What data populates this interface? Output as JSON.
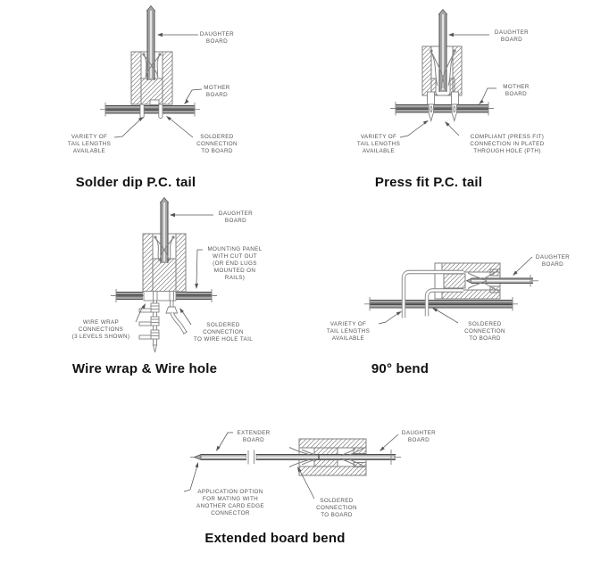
{
  "colors": {
    "background": "#ffffff",
    "line": "#828282",
    "dark": "#4b4b4b",
    "board_fill": "#a6a6a6",
    "label_text": "#555555",
    "caption_text": "#111111"
  },
  "diagrams": {
    "solder_dip": {
      "caption": "Solder dip P.C. tail",
      "labels": {
        "daughter_board": [
          "DAUGHTER",
          "BOARD"
        ],
        "mother_board": [
          "MOTHER",
          "BOARD"
        ],
        "tail_lengths": [
          "VARIETY OF",
          "TAIL LENGTHS",
          "AVAILABLE"
        ],
        "soldered_connection": [
          "SOLDERED",
          "CONNECTION",
          "TO BOARD"
        ]
      }
    },
    "press_fit": {
      "caption": "Press fit P.C. tail",
      "labels": {
        "daughter_board": [
          "DAUGHTER",
          "BOARD"
        ],
        "mother_board": [
          "MOTHER",
          "BOARD"
        ],
        "tail_lengths": [
          "VARIETY OF",
          "TAIL LENGTHS",
          "AVAILABLE"
        ],
        "compliant_connection": [
          "COMPLIANT (PRESS FIT)",
          "CONNECTION IN PLATED",
          "THROUGH HOLE (PTH)"
        ]
      }
    },
    "wire_wrap": {
      "caption": "Wire wrap & Wire hole",
      "labels": {
        "daughter_board": [
          "DAUGHTER",
          "BOARD"
        ],
        "mounting_panel": [
          "MOUNTING PANEL",
          "WITH CUT OUT",
          "(OR END LUGS",
          "MOUNTED ON",
          "RAILS)"
        ],
        "wire_wrap_connections": [
          "WIRE WRAP",
          "CONNECTIONS",
          "(3 LEVELS SHOWN)"
        ],
        "soldered_connection": [
          "SOLDERED",
          "CONNECTION",
          "TO WIRE HOLE TAIL"
        ]
      }
    },
    "bend_90": {
      "caption": "90° bend",
      "labels": {
        "daughter_board": [
          "DAUGHTER",
          "BOARD"
        ],
        "tail_lengths": [
          "VARIETY OF",
          "TAIL LENGTHS",
          "AVAILABLE"
        ],
        "soldered_connection": [
          "SOLDERED",
          "CONNECTION",
          "TO BOARD"
        ]
      }
    },
    "extended_board": {
      "caption": "Extended board bend",
      "labels": {
        "extender_board": [
          "EXTENDER",
          "BOARD"
        ],
        "daughter_board": [
          "DAUGHTER",
          "BOARD"
        ],
        "application_option": [
          "APPLICATION OPTION",
          "FOR MATING WITH",
          "ANOTHER CARD EDGE",
          "CONNECTOR"
        ],
        "soldered_connection": [
          "SOLDERED",
          "CONNECTION",
          "TO BOARD"
        ]
      }
    }
  }
}
